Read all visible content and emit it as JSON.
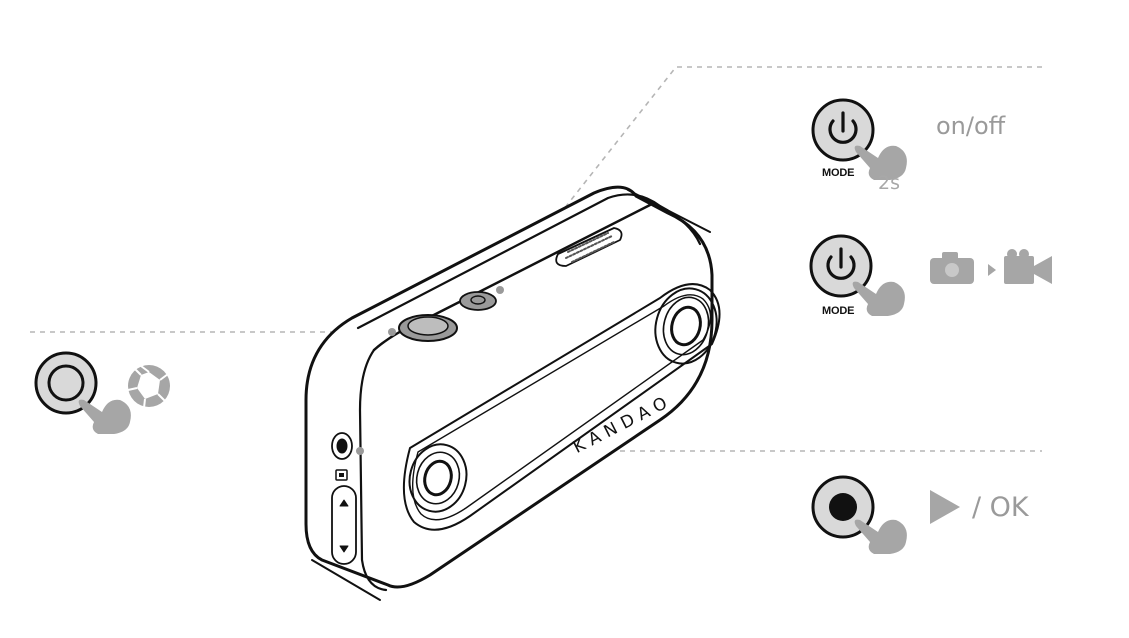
{
  "callouts": {
    "power": {
      "label": "on/off",
      "hold": "2s",
      "button_label": "MODE",
      "icon": "power-icon"
    },
    "mode": {
      "button_label": "MODE",
      "icon": "power-icon",
      "result_icons": [
        "photo-camera-icon",
        "arrow-right-icon",
        "video-camera-icon"
      ]
    },
    "shutter": {
      "icon": "shutter-button-icon",
      "result_icon": "aperture-icon"
    },
    "record": {
      "icon": "record-button-icon",
      "play_icon": "play-icon",
      "label": "/ OK"
    }
  },
  "device": {
    "brand": "KANDAO"
  },
  "colors": {
    "line": "#111111",
    "icon_gray": "#9a9a9a",
    "button_fill": "#d9d9d9",
    "leader": "#b5b5b5"
  }
}
